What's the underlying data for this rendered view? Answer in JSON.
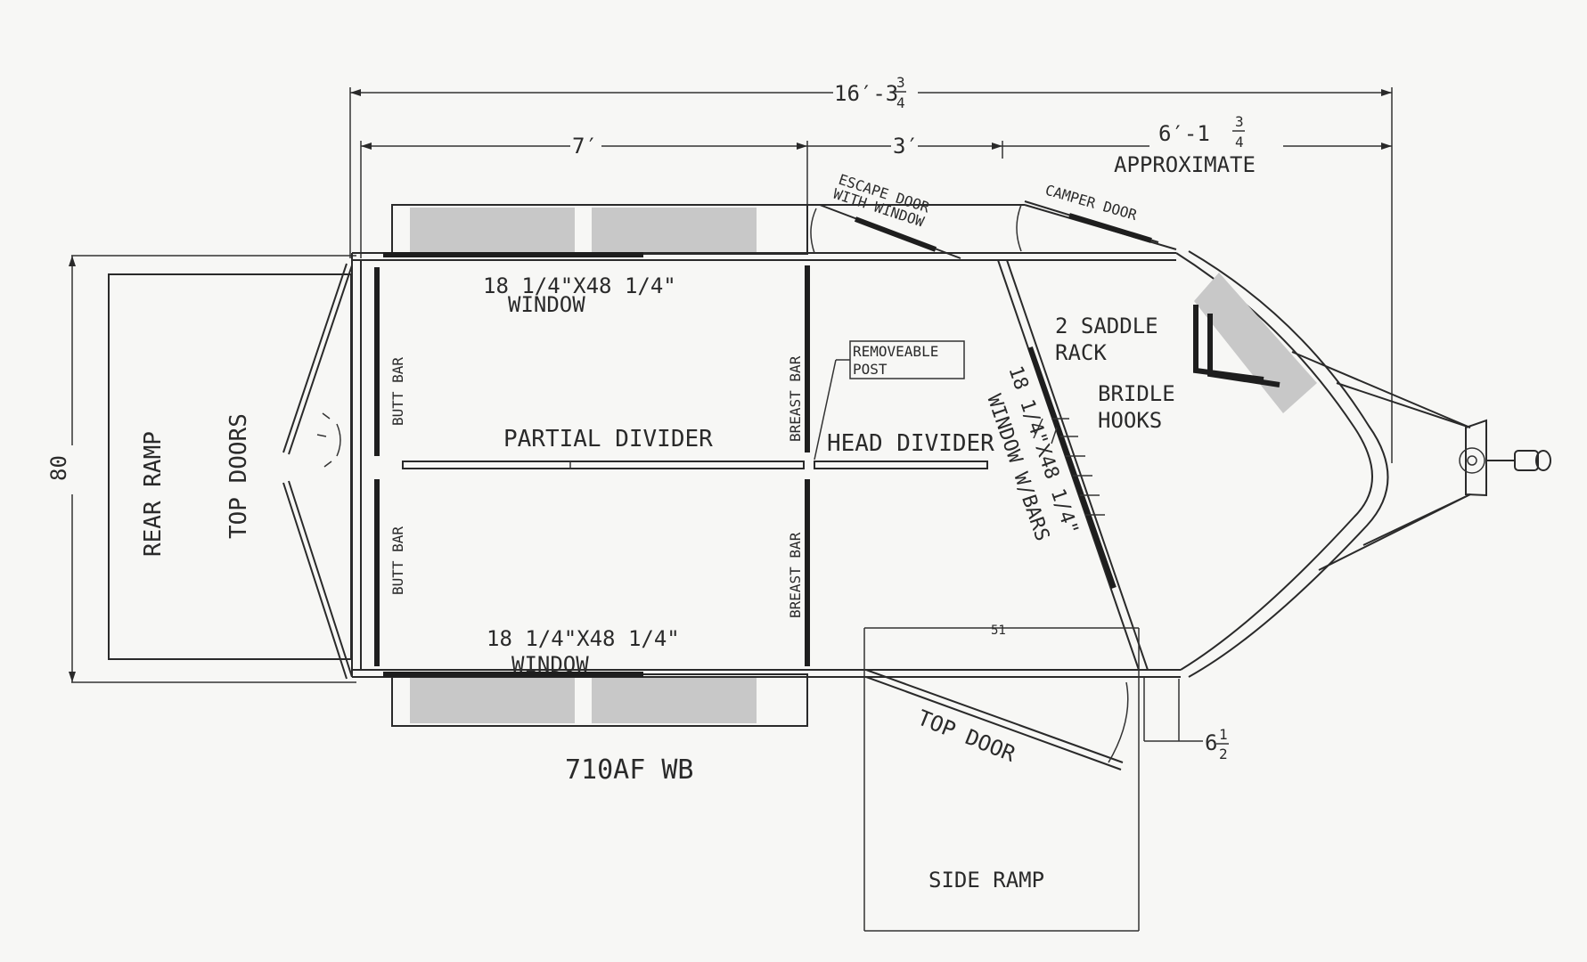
{
  "dimensions": {
    "overall_length": "16′-3",
    "overall_fraction_num": "3",
    "overall_fraction_den": "4",
    "box_length": "7′",
    "head_length": "3′",
    "nose_length": "6′-1",
    "nose_fraction_num": "3",
    "nose_fraction_den": "4",
    "nose_note": "APPROXIMATE",
    "width": "80",
    "side_ramp_width": "51",
    "tongue_offset": "6",
    "tongue_fraction_num": "1",
    "tongue_fraction_den": "2"
  },
  "labels": {
    "rear_ramp": "REAR RAMP",
    "top_doors": "TOP DOORS",
    "butt_bar_top": "BUTT BAR",
    "butt_bar_bottom": "BUTT BAR",
    "window_top_size": "18 1/4\"X48 1/4\"",
    "window_top": "WINDOW",
    "window_bottom_size": "18 1/4\"X48 1/4\"",
    "window_bottom": "WINDOW",
    "breast_bar_top": "BREAST BAR",
    "breast_bar_bottom": "BREAST BAR",
    "removeable_post_1": "REMOVEABLE",
    "removeable_post_2": "POST",
    "partial_divider": "PARTIAL DIVIDER",
    "head_divider": "HEAD DIVIDER",
    "escape_door_1": "ESCAPE DOOR",
    "escape_door_2": "WITH WINDOW",
    "camper_door": "CAMPER DOOR",
    "saddle_rack_1": "2 SADDLE",
    "saddle_rack_2": "RACK",
    "bridle_hooks_1": "BRIDLE",
    "bridle_hooks_2": "HOOKS",
    "front_window_1": "18 1/4\"X48 1/4\"",
    "front_window_2": "WINDOW W/BARS",
    "top_door": "TOP DOOR",
    "side_ramp": "SIDE RAMP",
    "model": "710AF WB"
  },
  "colors": {
    "line": "#2a2a2a",
    "shade": "#c8c8c8",
    "paper": "#f7f7f5"
  }
}
